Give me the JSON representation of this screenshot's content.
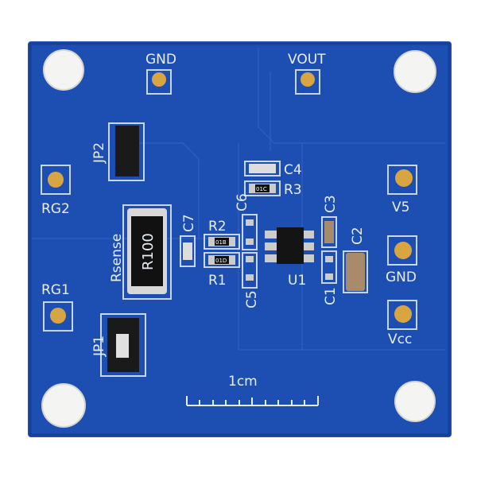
{
  "board": {
    "color": "#1d4fb3",
    "labels": {
      "gnd_top": "GND",
      "vout": "VOUT",
      "jp2": "JP2",
      "rg2": "RG2",
      "rg1": "RG1",
      "jp1": "JP1",
      "rsense": "Rsense",
      "rsense_marking": "R100",
      "c7": "C7",
      "r2": "R2",
      "r1": "R1",
      "c6": "C6",
      "c5": "C5",
      "c4": "C4",
      "r3": "R3",
      "u1": "U1",
      "c3": "C3",
      "c1": "C1",
      "c2": "C2",
      "v5": "V5",
      "gnd_right": "GND",
      "vcc": "Vcc",
      "scale": "1cm"
    },
    "markings": {
      "r3": "01C",
      "r2": "01B",
      "r1": "01D"
    }
  }
}
